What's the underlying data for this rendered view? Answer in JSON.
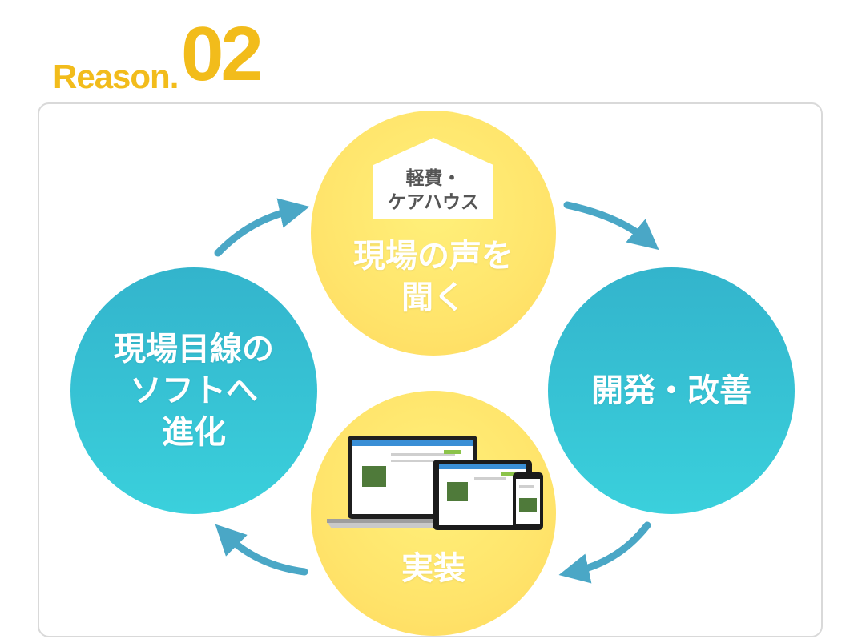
{
  "heading": {
    "reason": "Reason.",
    "number": "02"
  },
  "cycle": {
    "top": {
      "badge_line1": "軽費・",
      "badge_line2": "ケアハウス",
      "line1": "現場の声を",
      "line2": "聞く"
    },
    "right": {
      "line1": "開発・改善"
    },
    "bottom": {
      "line1": "実装"
    },
    "left": {
      "line1": "現場目線の",
      "line2": "ソフトへ",
      "line3": "進化"
    }
  },
  "colors": {
    "accent_yellow": "#f2bc1b",
    "circle_yellow": "#ffe46b",
    "circle_blue": "#36c3d5",
    "arrow": "#4aa7c6"
  }
}
